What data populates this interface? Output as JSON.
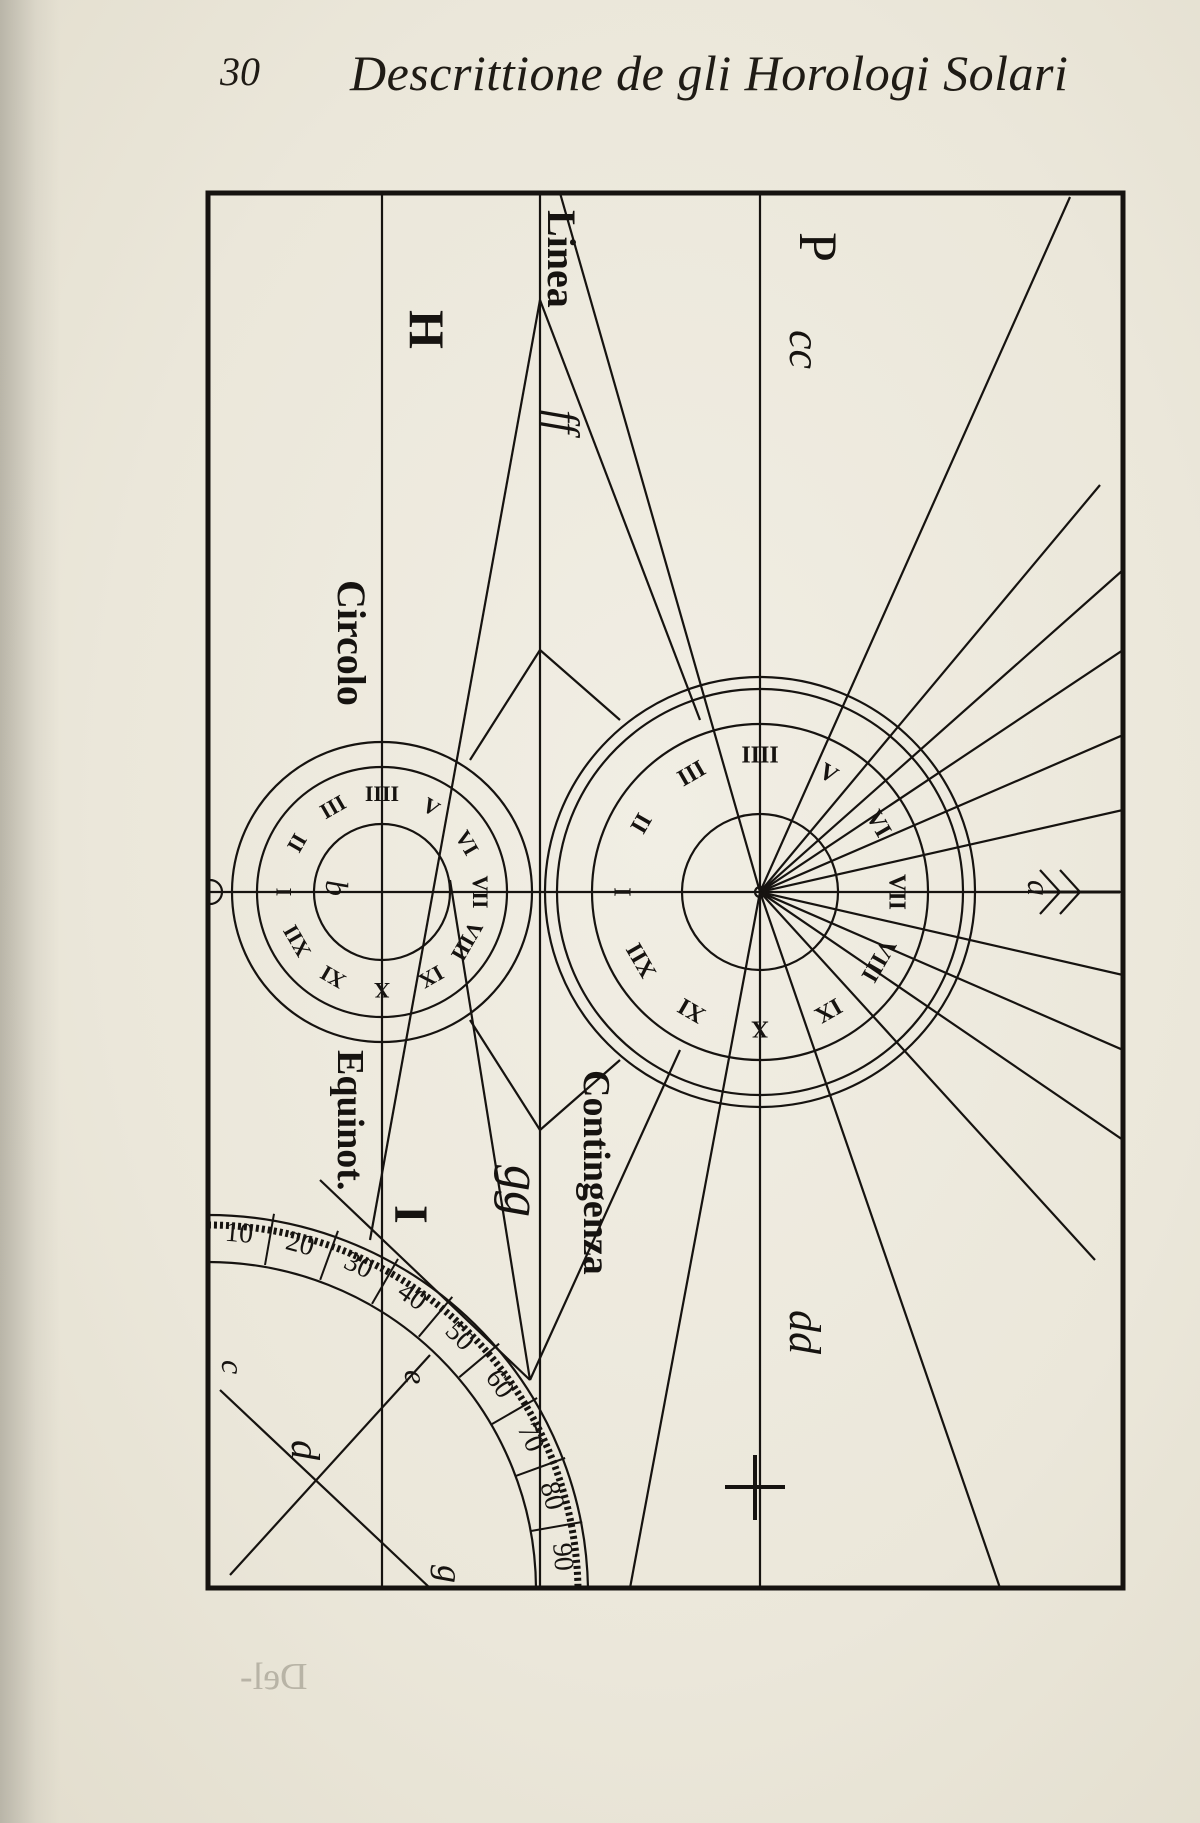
{
  "header": {
    "page_number": "30",
    "running_title": "Descrittione de gli Horologi Solari"
  },
  "figure": {
    "labels": {
      "H": "H",
      "I": "I",
      "P": "P",
      "cc": "cc",
      "dd": "dd",
      "ff": "ff",
      "gg": "gg",
      "a": "a",
      "b": "b",
      "c": "c",
      "d": "d",
      "e": "e",
      "g": "g",
      "linea": "Linea",
      "circolo": "Circolo",
      "equinot": "Equinot.",
      "contingenza": "Contingenza"
    },
    "quadrant_scale": [
      "10",
      "20",
      "30",
      "40",
      "50",
      "60",
      "70",
      "80",
      "90"
    ],
    "hour_numerals_left": [
      "I",
      "II",
      "III",
      "IIII",
      "V",
      "VI",
      "VII",
      "VIII",
      "IX",
      "X",
      "XI",
      "XII"
    ],
    "hour_numerals_right": [
      "I",
      "II",
      "III",
      "IIII",
      "V",
      "VI",
      "VII",
      "VIII",
      "IX",
      "X",
      "XI",
      "XII"
    ]
  }
}
